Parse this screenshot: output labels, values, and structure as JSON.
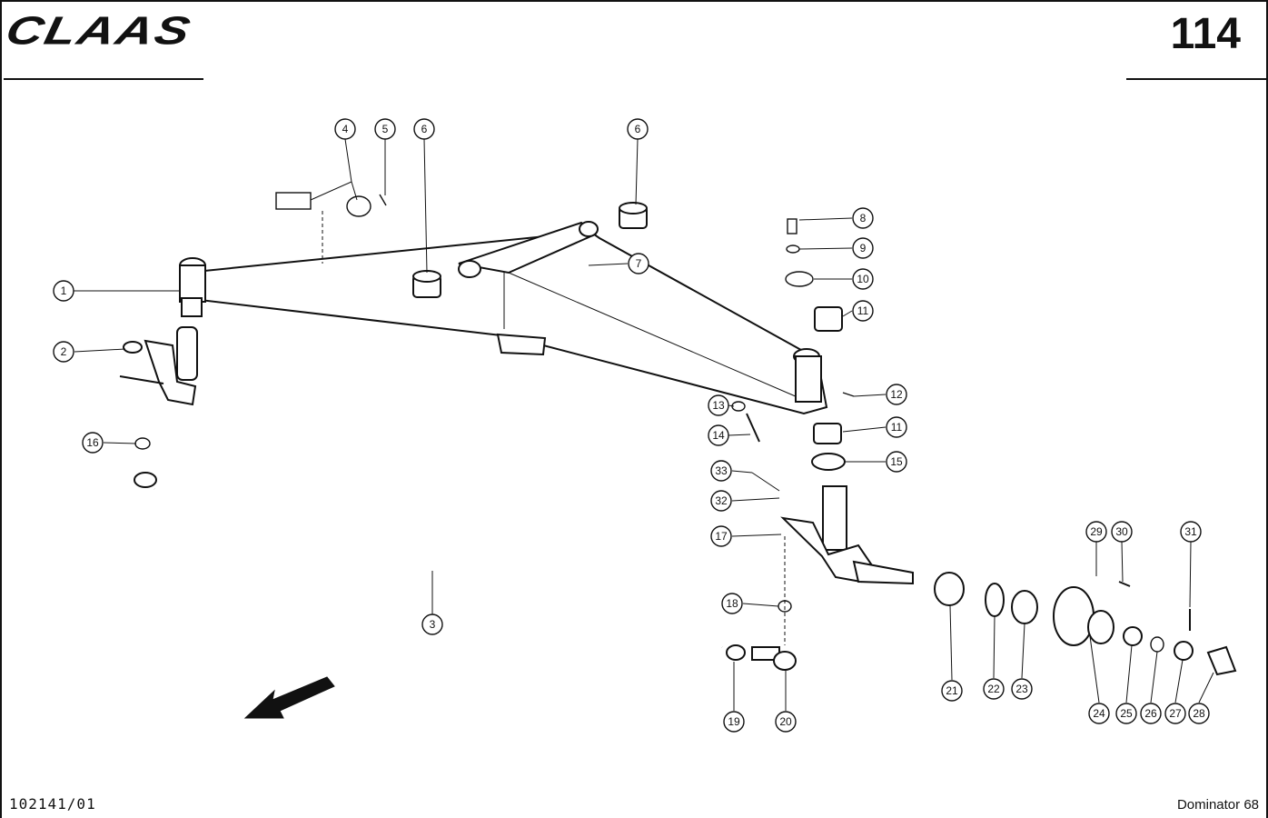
{
  "header": {
    "brand": "CLAAS",
    "page_number": "114"
  },
  "footer": {
    "document_code": "102141/01",
    "model": "Dominator 68"
  },
  "callouts": [
    "1",
    "2",
    "3",
    "4",
    "5",
    "6",
    "6",
    "7",
    "8",
    "9",
    "10",
    "11",
    "11",
    "12",
    "13",
    "14",
    "15",
    "16",
    "17",
    "18",
    "19",
    "20",
    "21",
    "22",
    "23",
    "24",
    "25",
    "26",
    "27",
    "28",
    "29",
    "30",
    "31",
    "32",
    "33"
  ]
}
